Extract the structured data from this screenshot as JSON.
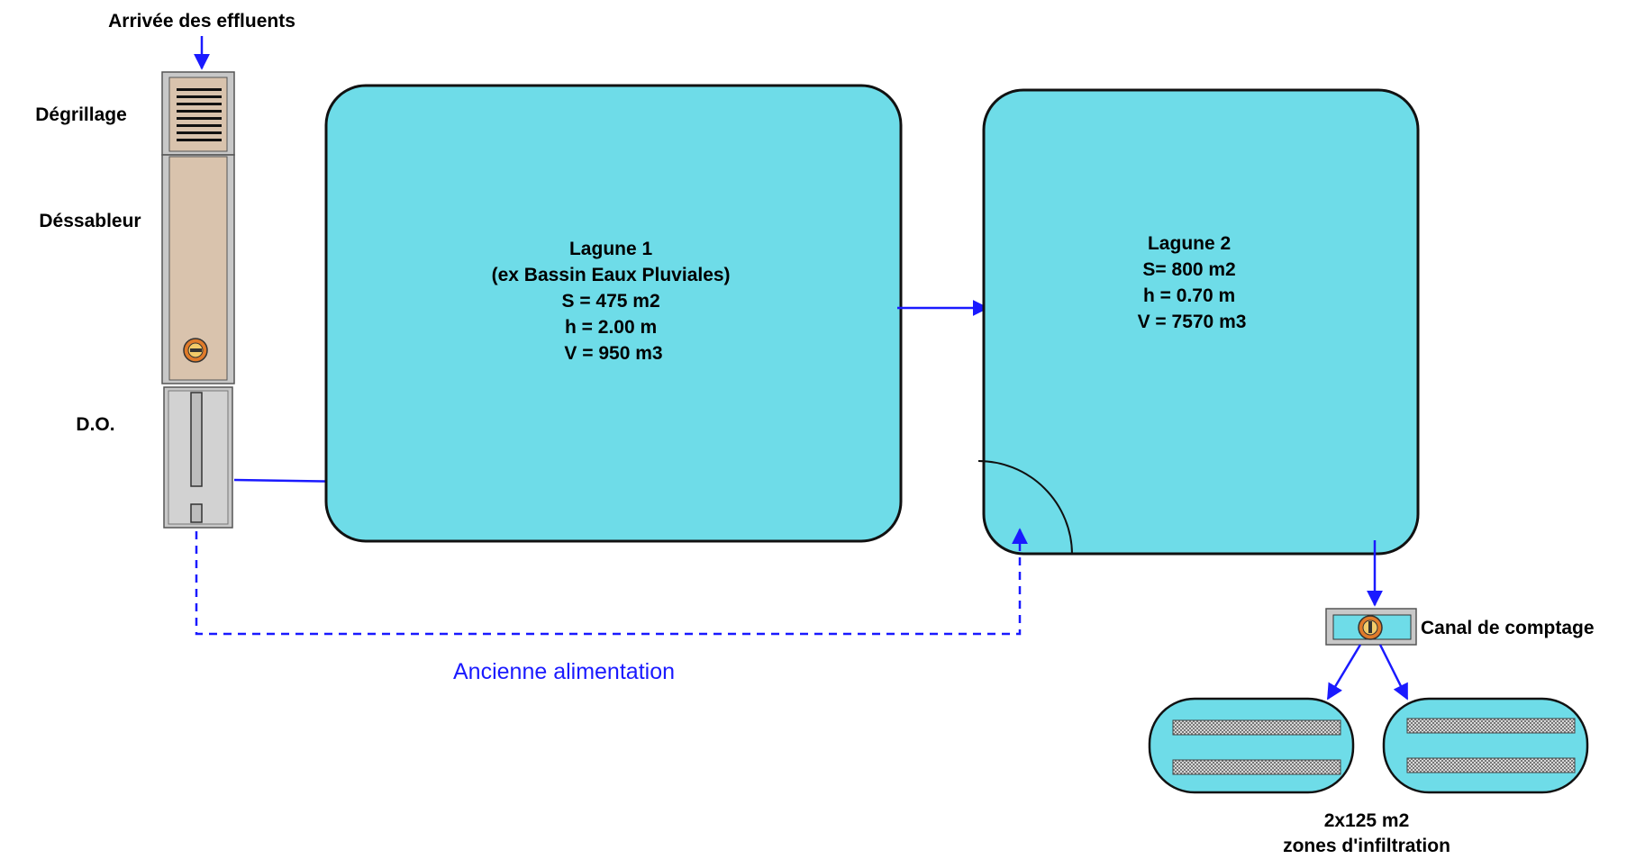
{
  "labels": {
    "arrivee": "Arrivée des effluents",
    "degrillage": "Dégrillage",
    "dessableur": "Déssableur",
    "do": "D.O.",
    "ancienne": "Ancienne alimentation",
    "canal": "Canal de comptage",
    "infiltration_area": "2x125 m2",
    "infiltration_name": "zones d'infiltration"
  },
  "lagune1": {
    "lines": [
      "Lagune 1",
      "(ex Bassin Eaux Pluviales)",
      "S = 475 m2",
      "h = 2.00  m",
      "V = 950 m3"
    ]
  },
  "lagune2": {
    "lines": [
      "Lagune 2",
      "S= 800 m2",
      "h = 0.70  m",
      "V = 7570 m3"
    ]
  },
  "colors": {
    "water": "#6edce8",
    "arrow": "#1a1aff",
    "sand": "#d9c3ad",
    "grey": "#c8c8c8"
  }
}
